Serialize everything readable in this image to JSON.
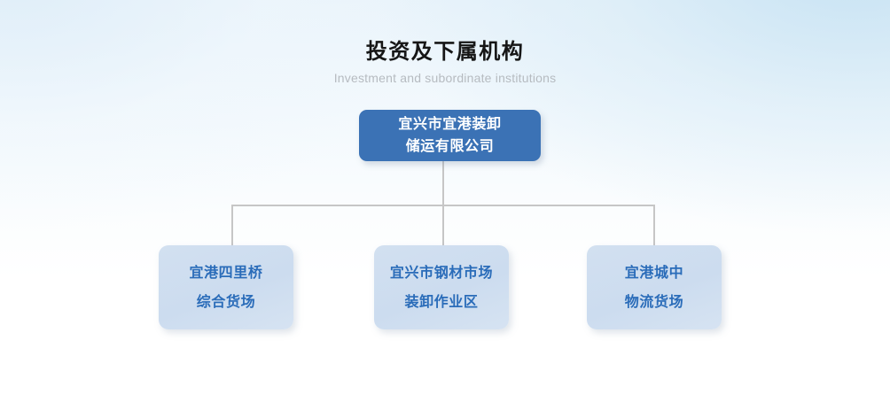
{
  "header": {
    "title": "投资及下属机构",
    "subtitle": "Investment and subordinate institutions"
  },
  "colors": {
    "root_fill": "#3b72b5",
    "root_text": "#ffffff",
    "child_fill": "#ccdcef",
    "child_text": "#2a6cb9",
    "connector": "#c6c6c6",
    "title_text": "#161616",
    "subtitle_text": "#b6bbc0",
    "background_top": "#eaf4fb",
    "background_bottom": "#ffffff"
  },
  "chart": {
    "root": {
      "line1": "宜兴市宜港装卸",
      "line2": "储运有限公司"
    },
    "children": [
      {
        "line1": "宜港四里桥",
        "line2": "综合货场"
      },
      {
        "line1": "宜兴市钢材市场",
        "line2": "装卸作业区"
      },
      {
        "line1": "宜港城中",
        "line2": "物流货场"
      }
    ]
  }
}
